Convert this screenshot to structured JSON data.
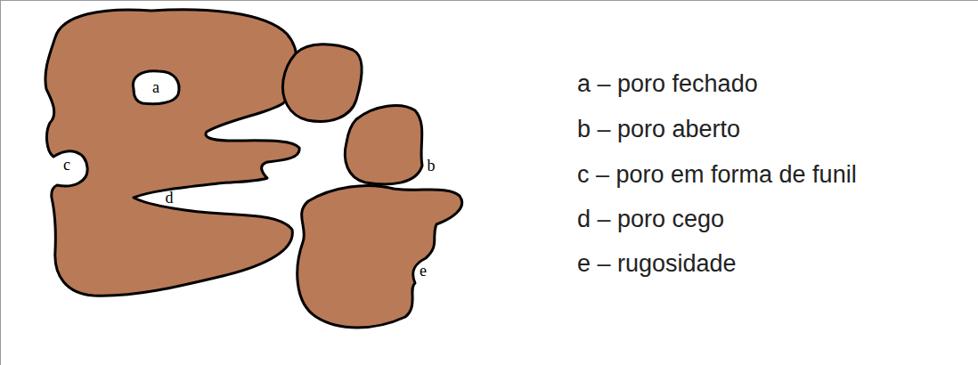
{
  "diagram": {
    "labels": [
      "a",
      "b",
      "c",
      "d",
      "e",
      "a – poro fechado",
      "b – poro aberto",
      "c – poro em forma de funil",
      "d – poro cego",
      "e – rugosidade"
    ]
  }
}
